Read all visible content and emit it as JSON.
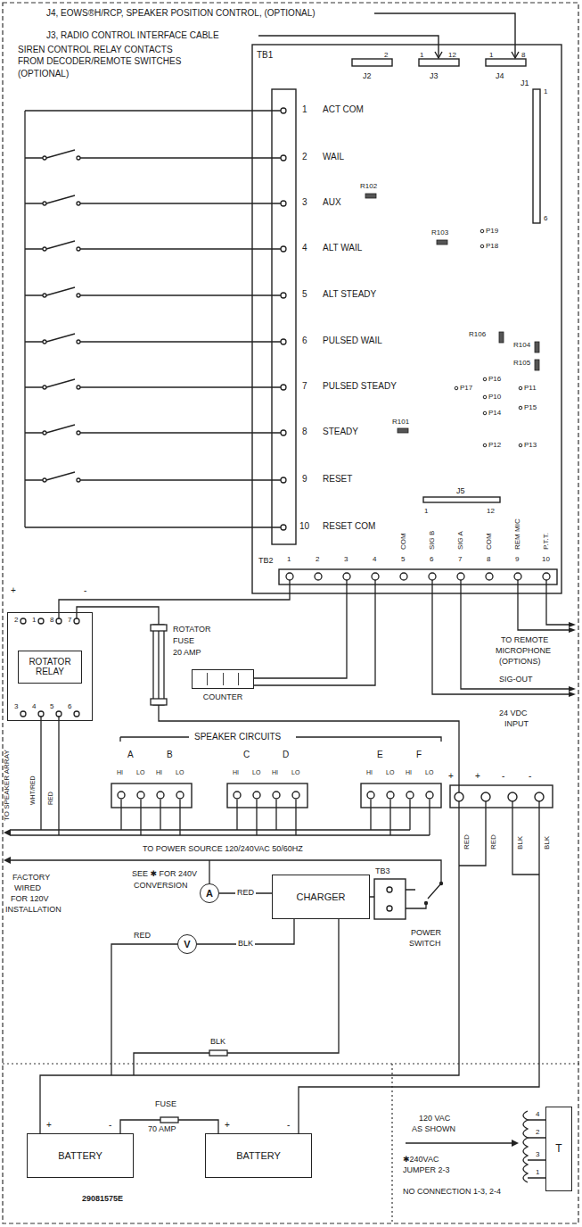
{
  "diagram": {
    "nodes": [
      {
        "text": [
          "ROTATOR RELAY"
        ]
      },
      {
        "text": [
          "COUNTER"
        ]
      },
      {
        "text": [
          "A"
        ]
      },
      {
        "text": [
          "CHARGER"
        ]
      },
      {
        "text": [
          "V"
        ]
      },
      {
        "text": [
          "BATTERY"
        ]
      },
      {
        "text": [
          "BATTERY"
        ]
      },
      {
        "text": [
          "T"
        ]
      }
    ],
    "edges": [
      {
        "from": 2,
        "to": 3,
        "arrow": "none",
        "label": "RED"
      },
      {
        "from": 4,
        "to": 3,
        "arrow": "none",
        "label": "BLK"
      },
      {
        "from": 5,
        "to": 6,
        "arrow": "none"
      }
    ],
    "labels": [
      "J4, EOWS®H/RCP, SPEAKER POSITION CONTROL, (OPTIONAL)",
      "J3, RADIO CONTROL INTERFACE CABLE",
      "SIREN CONTROL RELAY CONTACTS",
      "FROM DECODER/REMOTE SWITCHES",
      "(OPTIONAL)",
      "TB1",
      "2",
      "J2",
      "1",
      "12",
      "J3",
      "1",
      "8",
      "J4",
      "J1",
      "1",
      "6",
      "R102",
      "R103",
      "P19",
      "P18",
      "R106",
      "R104",
      "R105",
      "P17",
      "P16",
      "P11",
      "P10",
      "P15",
      "P14",
      "P12",
      "P13",
      "R101",
      "1",
      "ACT COM",
      "2",
      "WAIL",
      "3",
      "AUX",
      "4",
      "ALT WAIL",
      "5",
      "ALT STEADY",
      "6",
      "PULSED WAIL",
      "7",
      "PULSED STEADY",
      "8",
      "STEADY",
      "9",
      "RESET",
      "10",
      "RESET COM",
      "J5",
      "1",
      "12",
      "TB2",
      "1",
      "2",
      "3",
      "4",
      "5",
      "6",
      "7",
      "8",
      "9",
      "10",
      "COM",
      "SIG B",
      "SIG A",
      "COM",
      "REM MIC",
      "P.T.T.",
      "+",
      "-",
      "2",
      "1",
      "8",
      "7",
      "3",
      "4",
      "5",
      "6",
      "ROTATOR",
      "FUSE",
      "20 AMP",
      "TO REMOTE",
      "MICROPHONE",
      "(OPTIONS)",
      "SIG-OUT",
      "24 VDC",
      "INPUT",
      "SPEAKER CIRCUITS",
      "A",
      "B",
      "C",
      "D",
      "E",
      "F",
      "HI",
      "LO",
      "HI",
      "LO",
      "HI",
      "LO",
      "HI",
      "LO",
      "HI",
      "LO",
      "HI",
      "LO",
      "+",
      "+",
      "-",
      "-",
      "TO SPEAKER ARRAY",
      "WHT/RED",
      "RED",
      "RED",
      "RED",
      "BLK",
      "BLK",
      "TO POWER SOURCE 120/240VAC 50/60HZ",
      "FACTORY",
      "WIRED",
      "FOR 120V",
      "INSTALLATION",
      "SEE ✱ FOR 240V",
      "CONVERSION",
      "TB3",
      "POWER",
      "SWITCH",
      "RED",
      "BLK",
      "FUSE",
      "70 AMP",
      "+",
      "-",
      "+",
      "-",
      "29081575E",
      "120 VAC",
      "AS SHOWN",
      "✱240VAC",
      "JUMPER 2-3",
      "NO CONNECTION 1-3, 2-4",
      "4",
      "2",
      "3",
      "1"
    ]
  }
}
